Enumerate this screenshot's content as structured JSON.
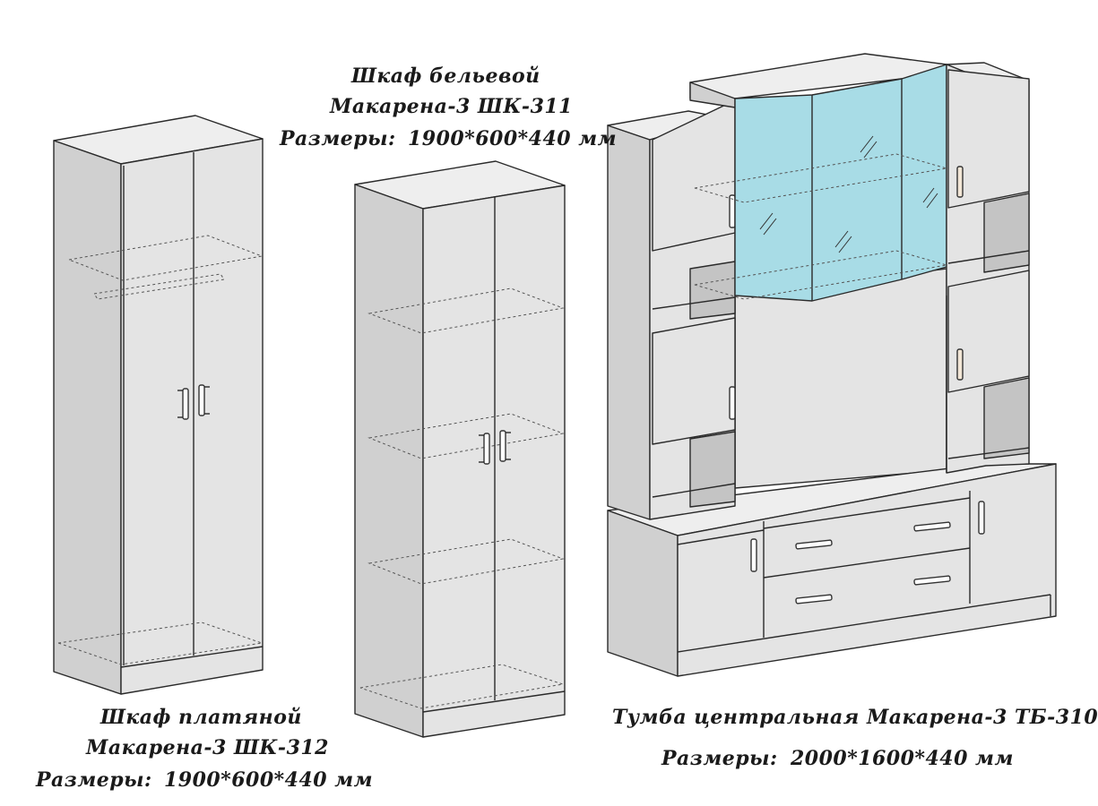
{
  "products": [
    {
      "id": "shk-312",
      "name_line1": "Шкаф платяной",
      "name_line2": "Макарена-3 ШК-312",
      "size_label": "Размеры:",
      "size_value": "1900*600*440 мм"
    },
    {
      "id": "shk-311",
      "name_line1": "Шкаф бельевой",
      "name_line2": "Макарена-3 ШК-311",
      "size_label": "Размеры:",
      "size_value": "1900*600*440 мм"
    },
    {
      "id": "tb-310",
      "name_line1": "Тумба центральная Макарена-3 ТБ-310",
      "size_label": "Размеры:",
      "size_value": "2000*1600*440 мм"
    }
  ],
  "colors": {
    "body": "#e4e4e4",
    "side": "#d0d0d0",
    "glass": "#a8dce6",
    "outline": "#2a2a2a"
  }
}
